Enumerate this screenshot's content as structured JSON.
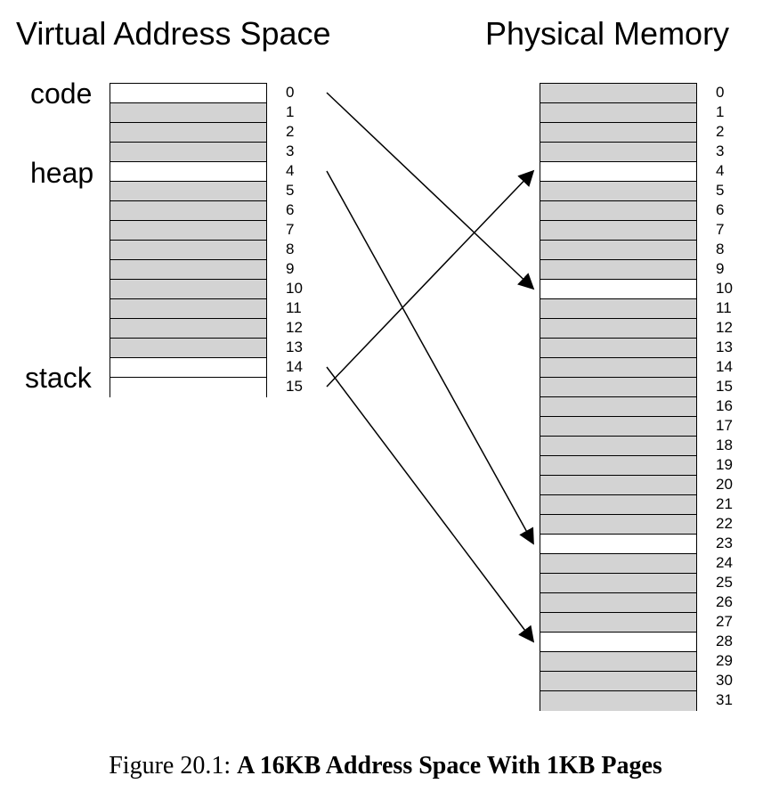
{
  "titles": {
    "virtual": "Virtual Address Space",
    "physical": "Physical Memory"
  },
  "segments": {
    "code": "code",
    "heap": "heap",
    "stack": "stack"
  },
  "virtual_pages": [
    "0",
    "1",
    "2",
    "3",
    "4",
    "5",
    "6",
    "7",
    "8",
    "9",
    "10",
    "11",
    "12",
    "13",
    "14",
    "15"
  ],
  "virtual_used": [
    0,
    4,
    14,
    15
  ],
  "physical_frames": [
    "0",
    "1",
    "2",
    "3",
    "4",
    "5",
    "6",
    "7",
    "8",
    "9",
    "10",
    "11",
    "12",
    "13",
    "14",
    "15",
    "16",
    "17",
    "18",
    "19",
    "20",
    "21",
    "22",
    "23",
    "24",
    "25",
    "26",
    "27",
    "28",
    "29",
    "30",
    "31"
  ],
  "physical_used": [
    4,
    10,
    23,
    28
  ],
  "mappings": [
    {
      "virtual": 0,
      "physical": 10
    },
    {
      "virtual": 4,
      "physical": 23
    },
    {
      "virtual": 14,
      "physical": 28
    },
    {
      "virtual": 15,
      "physical": 4
    }
  ],
  "caption": {
    "prefix": "Figure 20.1:",
    "title": "A 16KB Address Space With 1KB Pages"
  },
  "colors": {
    "unused_page": "#d3d3d3",
    "used_page": "#ffffff",
    "lines": "#000000"
  }
}
